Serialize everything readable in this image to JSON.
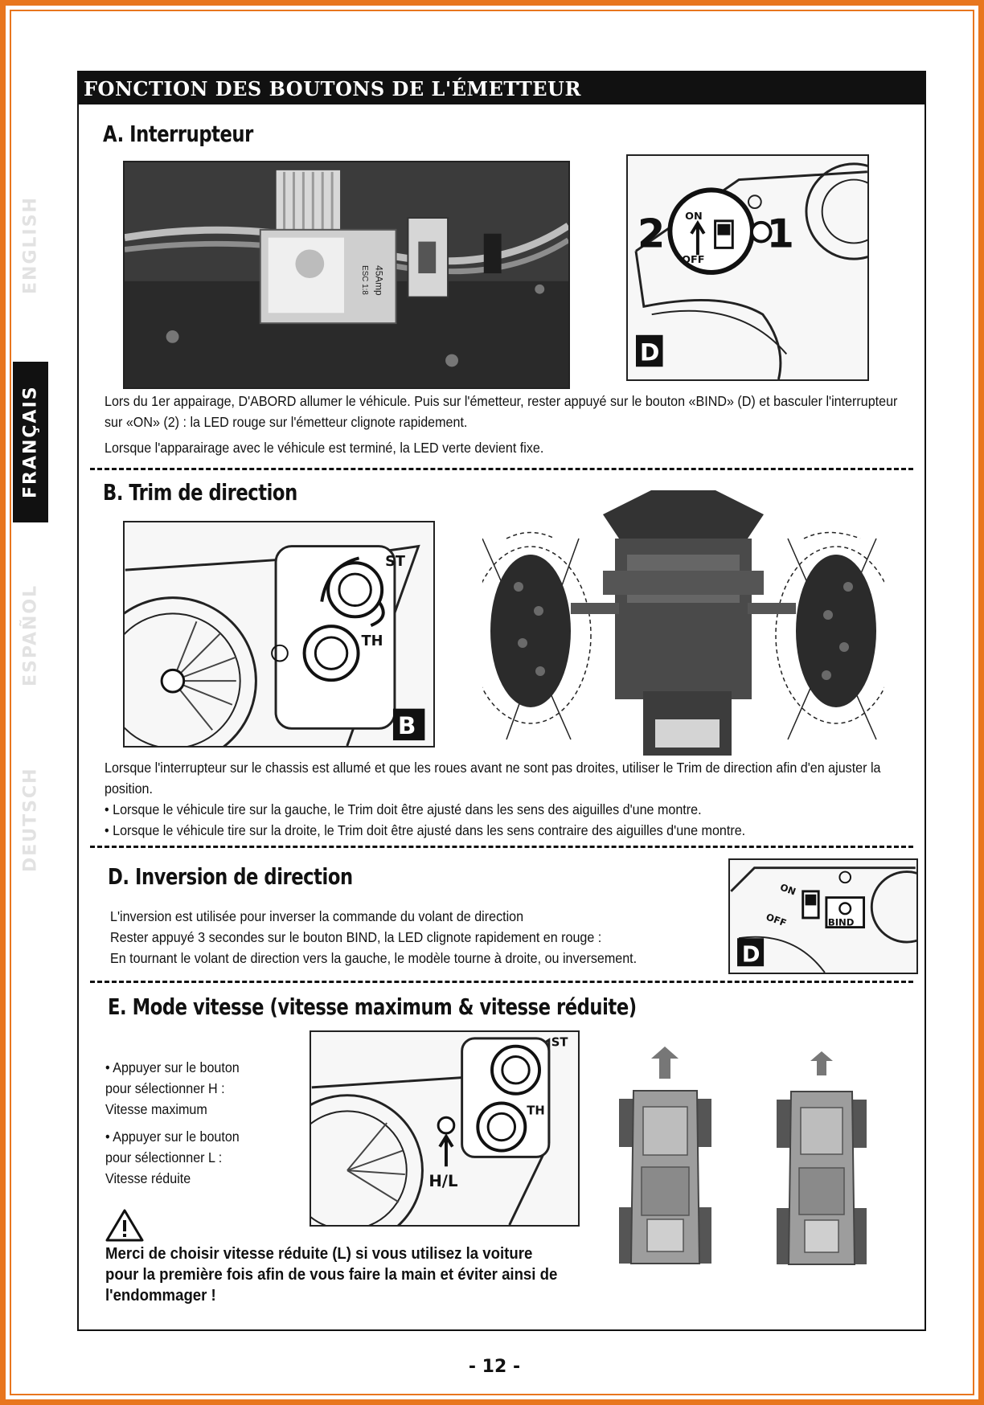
{
  "header": {
    "title": "FONCTION DES BOUTONS DE L'ÉMETTEUR"
  },
  "sidebar": {
    "tabs": [
      {
        "label": "ENGLISH",
        "active": false
      },
      {
        "label": "FRANÇAIS",
        "active": true
      },
      {
        "label": "ESPAÑOL",
        "active": false
      },
      {
        "label": "DEUTSCH",
        "active": false
      }
    ]
  },
  "section_a": {
    "title": "A. Interrupteur",
    "paragraph1": "Lors du 1er appairage, D'ABORD allumer le véhicule. Puis sur l'émetteur, rester appuyé sur le bouton «BIND» (D) et basculer l'interrupteur sur «ON» (2) : la LED rouge sur l'émetteur clignote rapidement.",
    "paragraph2": "Lorsque l'apparairage avec le véhicule est terminé, la LED verte devient fixe.",
    "esc_label": "45Amp",
    "esc_sub": "ESC 1:8",
    "callout_on": "ON",
    "callout_off": "OFF",
    "callout_2": "2",
    "callout_1": "1",
    "callout_d": "D"
  },
  "section_b": {
    "title": "B. Trim de direction",
    "paragraph": "Lorsque l'interrupteur sur le chassis est allumé et que les roues avant ne sont pas droites, utiliser le Trim de direction afin d'en ajuster la position.",
    "bullet1": "• Lorsque le véhicule tire sur la gauche, le Trim doit être ajusté dans les sens des aiguilles d'une montre.",
    "bullet2": "• Lorsque le véhicule tire sur la droite, le Trim doit être ajusté dans les sens contraire des aiguilles d'une montre.",
    "label_st": "ST",
    "label_th": "TH",
    "label_b": "B"
  },
  "section_d": {
    "title": "D. Inversion de direction",
    "line1": "L'inversion est utilisée pour inverser la commande du volant de direction",
    "line2": "Rester appuyé 3 secondes sur le bouton BIND, la LED clignote rapidement en rouge :",
    "line3": "En tournant le volant de direction vers la gauche, le modèle tourne à droite, ou inversement.",
    "label_on": "ON",
    "label_off": "OFF",
    "label_bind": "BIND",
    "label_d": "D"
  },
  "section_e": {
    "title": "E. Mode vitesse (vitesse maximum & vitesse réduite)",
    "bullet1_l1": "• Appuyer sur le bouton",
    "bullet1_l2": "pour sélectionner H :",
    "bullet1_l3": "Vitesse maximum",
    "bullet2_l1": "• Appuyer sur le bouton",
    "bullet2_l2": "pour sélectionner L :",
    "bullet2_l3": "Vitesse réduite",
    "warning": "Merci de choisir vitesse réduite (L) si vous utilisez la voiture pour la première fois afin de vous faire la main et éviter ainsi de l'endommager !",
    "label_st": "ST",
    "label_th": "TH",
    "label_hl": "H/L"
  },
  "footer": {
    "page": "- 12 -"
  },
  "colors": {
    "frame": "#e8761e",
    "ink": "#111111",
    "header_bg": "#111111"
  }
}
